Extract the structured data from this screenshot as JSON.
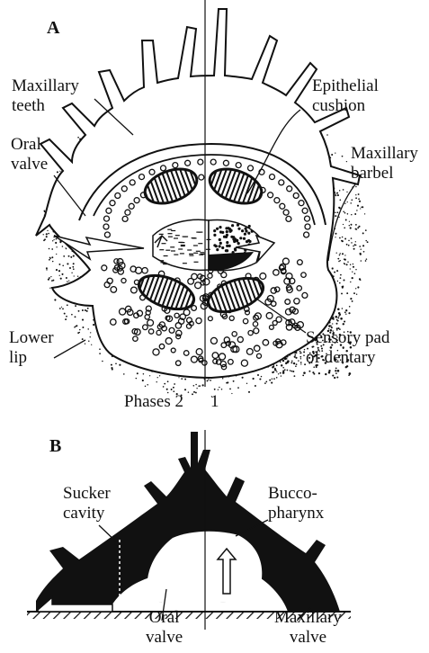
{
  "panels": [
    {
      "letter": "A"
    },
    {
      "letter": "B"
    }
  ],
  "panel_a": {
    "labels": {
      "maxillary_teeth": [
        "Maxillary",
        "teeth"
      ],
      "epithelial_cushion": [
        "Epithelial",
        "cushion"
      ],
      "oral_valve": [
        "Oral",
        "valve"
      ],
      "maxillary_barbel": [
        "Maxillary",
        "barbel"
      ],
      "lower_lip": [
        "Lower",
        "lip"
      ],
      "sensory_pad": [
        "Sensory pad",
        "of dentary"
      ]
    },
    "phases_caption": "Phases 2",
    "phase_right": "1"
  },
  "panel_b": {
    "labels": {
      "sucker_cavity": [
        "Sucker",
        "cavity"
      ],
      "buccopharynx": [
        "Bucco-",
        "pharynx"
      ],
      "oral_valve": [
        "Oral",
        "valve"
      ],
      "maxillary_valve": [
        "Maxillary",
        "valve"
      ]
    }
  },
  "colors": {
    "ink": "#111111",
    "background": "#ffffff"
  }
}
